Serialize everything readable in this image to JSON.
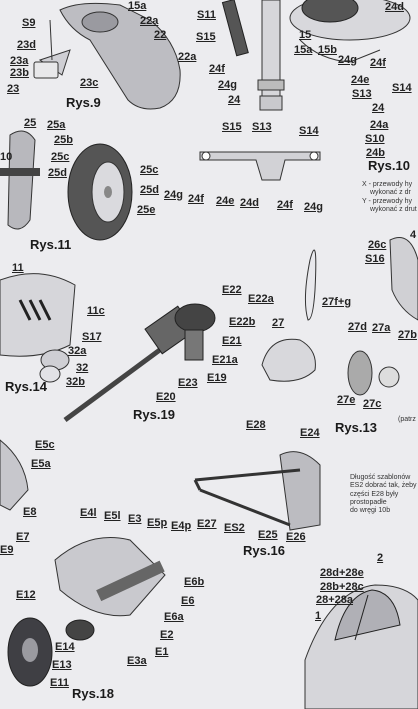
{
  "titles": {
    "r9": "Rys.9",
    "r10": "Rys.10",
    "r11": "Rys.11",
    "r13": "Rys.13",
    "r14": "Rys.14",
    "r16": "Rys.16",
    "r18": "Rys.18",
    "r19": "Rys.19"
  },
  "labels": {
    "s9": "S9",
    "l15a": "15a",
    "l22a_1": "22a",
    "l22": "22",
    "l22a_2": "22a",
    "l23d": "23d",
    "l23a": "23a",
    "l23b": "23b",
    "l23": "23",
    "l23c": "23c",
    "s11": "S11",
    "s15": "S15",
    "l24f_1": "24f",
    "l24g_1": "24g",
    "l24_1": "24",
    "l24d": "24d",
    "l15": "15",
    "l15a_2": "15a",
    "l15b": "15b",
    "l24g_2": "24g",
    "l24f_2": "24f",
    "l24e": "24e",
    "s13_1": "S13",
    "s14_1": "S14",
    "l24_2": "24",
    "l24a": "24a",
    "s10": "S10",
    "l24b": "24b",
    "l25": "25",
    "l25a": "25a",
    "l25b": "25b",
    "l25c_1": "25c",
    "l25d_1": "25d",
    "l10": "10",
    "l25c_2": "25c",
    "l25d_2": "25d",
    "l25e": "25e",
    "s15_2": "S15",
    "s13_2": "S13",
    "s14_2": "S14",
    "l24g_3": "24g",
    "l24f_3": "24f",
    "l24e_2": "24e",
    "l24d_2": "24d",
    "l24f_4": "24f",
    "l24g_4": "24g",
    "l4": "4",
    "l26c": "26c",
    "s16": "S16",
    "l11": "11",
    "l11c": "11c",
    "s17": "S17",
    "l32a": "32a",
    "l32": "32",
    "l32b": "32b",
    "e22": "E22",
    "e22a": "E22a",
    "e22b": "E22b",
    "e21": "E21",
    "e21a": "E21a",
    "e19": "E19",
    "e23": "E23",
    "e20": "E20",
    "l27fg": "27f+g",
    "l27": "27",
    "l27d": "27d",
    "l27a": "27a",
    "l27b": "27b",
    "l27e": "27e",
    "l27c": "27c",
    "e5c": "E5c",
    "e5a": "E5a",
    "e8": "E8",
    "e7": "E7",
    "e9": "E9",
    "e28": "E28",
    "e24": "E24",
    "e27": "E27",
    "es2": "ES2",
    "e25": "E25",
    "e26": "E26",
    "e4l": "E4l",
    "e5l": "E5l",
    "e3": "E3",
    "e5p": "E5p",
    "e4p": "E4p",
    "e6b": "E6b",
    "e6": "E6",
    "e6a": "E6a",
    "e2": "E2",
    "e1": "E1",
    "e3a": "E3a",
    "e12": "E12",
    "e14": "E14",
    "e13": "E13",
    "e11": "E11",
    "l28d28e": "28d+28e",
    "l28b28c": "28b+28c",
    "l28_28a": "28+28a",
    "l1": "1",
    "l2": "2"
  },
  "notes": {
    "rys10_x": "X - przewody hy",
    "rys10_x2": "wykonać z dr",
    "rys10_y": "Y - przewody hy",
    "rys10_y2": "wykonać z drut",
    "patrz": "(patrz",
    "szablon_1": "Długość szablonów",
    "szablon_2": "ES2 dobrać tak, żeby",
    "szablon_3": "części E28 były",
    "szablon_4": "prostopadłe",
    "szablon_5": "do wręgi 10b"
  }
}
